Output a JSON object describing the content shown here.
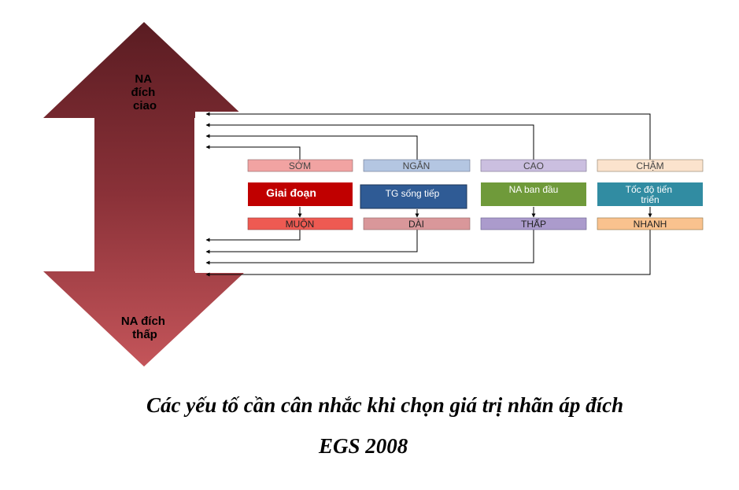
{
  "arrow": {
    "top_label": [
      "NA",
      "đích",
      "ciao"
    ],
    "bottom_label": [
      "NA đích",
      "thấp"
    ],
    "colors": {
      "top_dark": "#5a1c22",
      "bottom_light": "#c4555a"
    }
  },
  "factors": [
    {
      "top": "SỚM",
      "middle": "Giai đoạn",
      "bottom": "MUỘN",
      "colors": {
        "top": "#f1a3a2",
        "middle": "#c00000",
        "bottom": "#ee5a52",
        "text_top": "#444444",
        "text_middle": "#ffffff",
        "text_bottom": "#222222"
      }
    },
    {
      "top": "NGẮN",
      "middle": "TG sống tiếp",
      "bottom": "DÀI",
      "colors": {
        "top": "#b4c6e2",
        "middle": "#2f5b95",
        "bottom": "#d9979a",
        "text_top": "#444444",
        "text_middle": "#ffffff",
        "text_bottom": "#222222"
      }
    },
    {
      "top": "CAO",
      "middle": "NA ban đầu",
      "bottom": "THẤP",
      "colors": {
        "top": "#cbbfe0",
        "middle": "#6f9a3a",
        "bottom": "#ab9bcc",
        "text_top": "#444444",
        "text_middle": "#ffffff",
        "text_bottom": "#222222"
      }
    },
    {
      "top": "CHẬM",
      "middle": "Tốc độ tiến triển",
      "middle_lines": [
        "Tốc độ tiến",
        "triển"
      ],
      "bottom": "NHANH",
      "colors": {
        "top": "#fbe3cd",
        "middle": "#318ca2",
        "bottom": "#f9c28e",
        "text_top": "#444444",
        "text_middle": "#ffffff",
        "text_bottom": "#222222"
      }
    }
  ],
  "caption": {
    "line1": "Các yếu tố cần cân nhắc khi chọn giá trị nhãn áp đích",
    "line2": "EGS 2008"
  }
}
